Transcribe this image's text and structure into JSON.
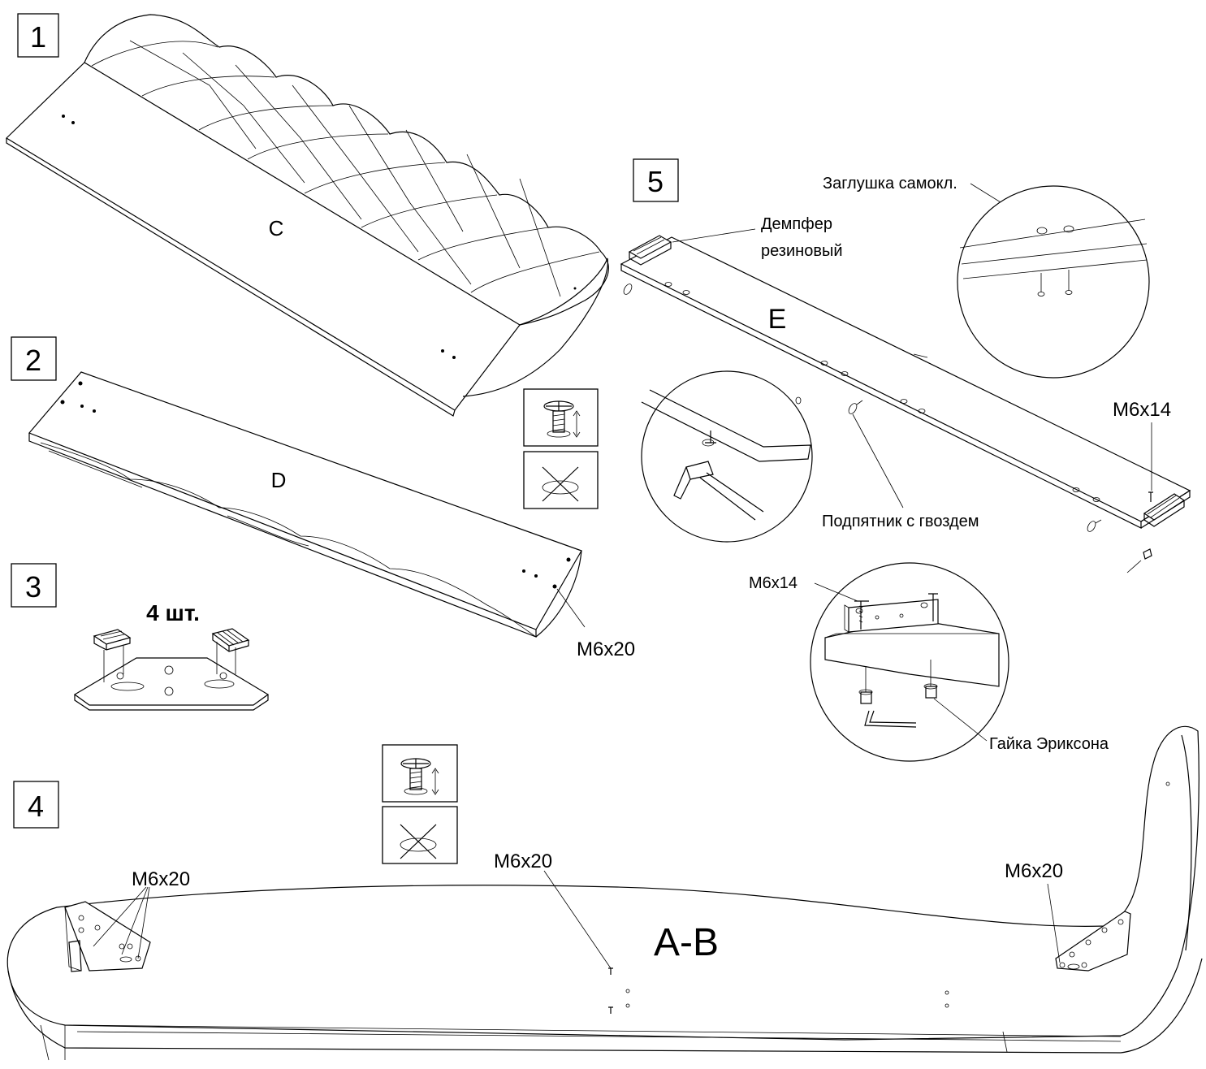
{
  "steps": {
    "s1": "1",
    "s2": "2",
    "s3": "3",
    "s4": "4",
    "s5": "5"
  },
  "parts": {
    "c": "C",
    "d": "D",
    "e": "E",
    "ab": "A-B"
  },
  "labels": {
    "quantity": "4 шт.",
    "m6x20_d": "M6x20",
    "m6x20_left": "M6x20",
    "m6x20_mid": "M6x20",
    "m6x20_right": "M6x20",
    "m6x14_right": "M6x14",
    "m6x14_detail": "M6x14",
    "plug": "Заглушка самокл.",
    "damper_line1": "Демпфер",
    "damper_line2": "резиновый",
    "glide": "Подпятник с гвоздем",
    "nut": "Гайка Эриксона"
  },
  "icons": [
    "screw-depth-ok-icon",
    "screw-flush-wrong-icon"
  ]
}
